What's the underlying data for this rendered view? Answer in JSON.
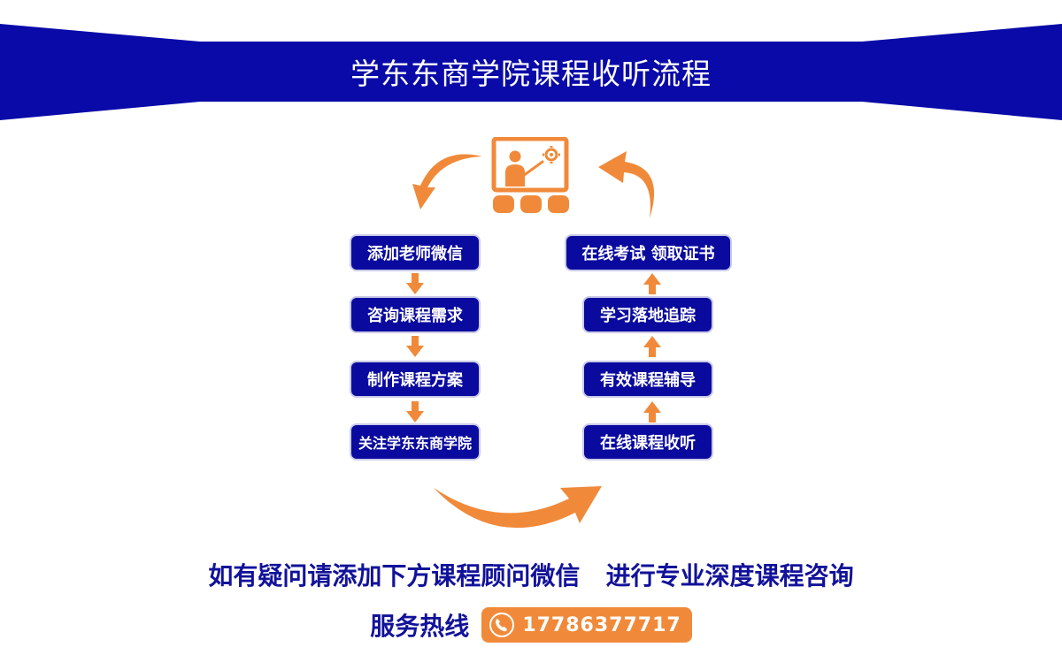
{
  "colors": {
    "navy": "#0a0aa8",
    "orange": "#f08a3a",
    "text_blue": "#12129a"
  },
  "header": {
    "title": "学东东商学院课程收听流程"
  },
  "center_icon": "teacher-presentation-icon",
  "left_steps": [
    {
      "label": "添加老师微信"
    },
    {
      "label": "咨询课程需求"
    },
    {
      "label": "制作课程方案"
    },
    {
      "label": "关注学东东商学院"
    }
  ],
  "right_steps": [
    {
      "label": "在线考试 领取证书"
    },
    {
      "label": "学习落地追踪"
    },
    {
      "label": "有效课程辅导"
    },
    {
      "label": "在线课程收听"
    }
  ],
  "footer": {
    "question": "如有疑问请添加下方课程顾问微信   进行专业深度课程咨询",
    "hotline_label": "服务热线",
    "phone_icon": "phone-icon",
    "phone_number": "17786377717"
  }
}
